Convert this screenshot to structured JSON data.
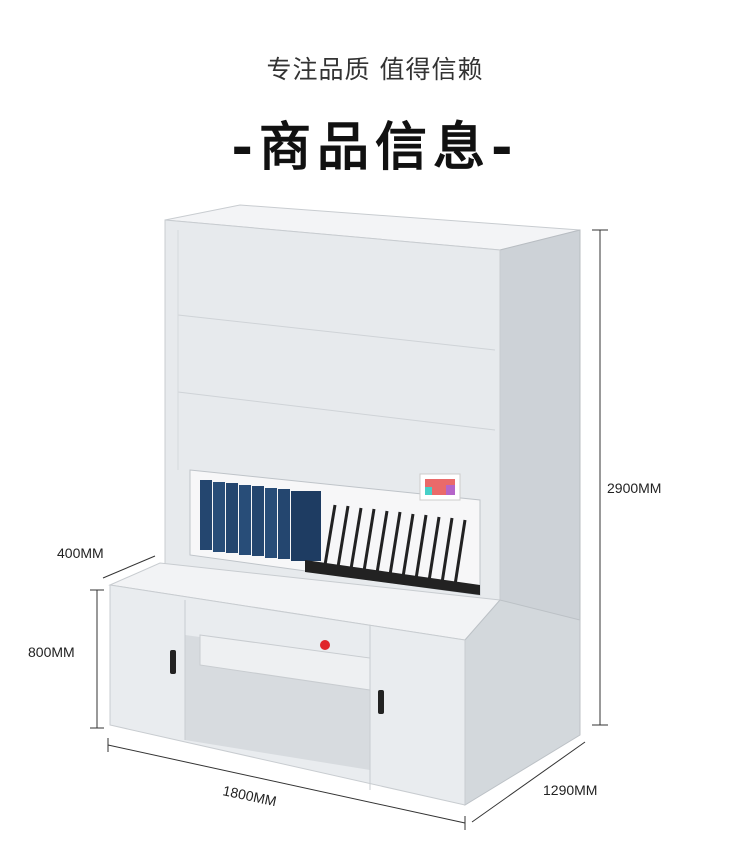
{
  "header": {
    "slogan": "专注品质 值得信赖",
    "title": "-商品信息-"
  },
  "dimensions": {
    "height": "2900MM",
    "desk_depth": "400MM",
    "desk_height": "800MM",
    "width": "1800MM",
    "depth": "1290MM"
  },
  "colors": {
    "cabinet_front": "#e6e9ec",
    "cabinet_side": "#c9ced3",
    "binder_blue": "#24466f",
    "lock_red": "#e0242a"
  }
}
